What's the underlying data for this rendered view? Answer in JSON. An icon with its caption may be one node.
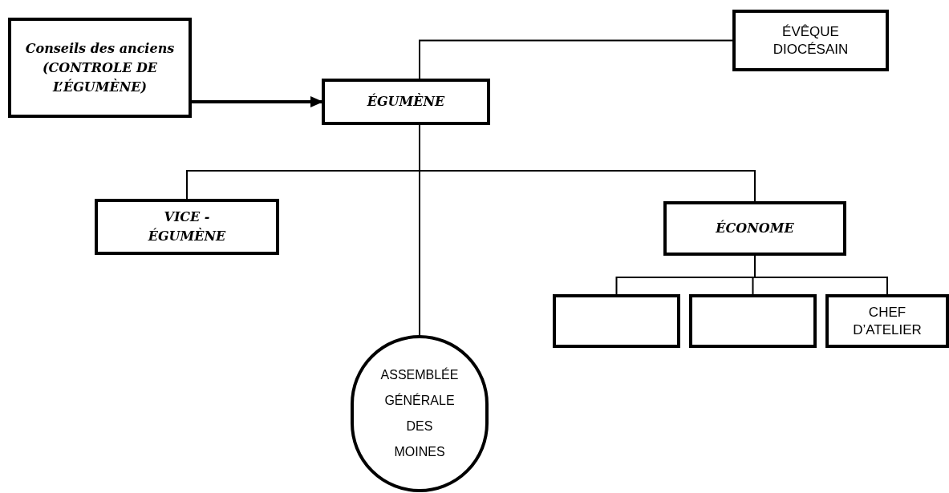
{
  "diagram": {
    "nodes": [
      {
        "text": [
          "Conseils des anciens (CONTROLE DE L’ÉGUMÈNE)"
        ]
      },
      {
        "text": [
          "ÉGUMÈNE"
        ]
      },
      {
        "text": [
          "ÉVÊQUE DIOCÉSAIN"
        ]
      },
      {
        "text": [
          "VICE - ÉGUMÈNE"
        ]
      },
      {
        "text": [
          "ÉCONOME"
        ]
      },
      {
        "text": [
          "ASSEMBLÉE GÉNÉRALE DES MOINES"
        ]
      },
      {
        "text": [],
        "shape": "box"
      },
      {
        "text": [],
        "shape": "box"
      },
      {
        "text": [
          "CHEF D’ATELIER"
        ]
      }
    ],
    "edges": [
      {
        "from": 0,
        "to": 1,
        "arrow": "to",
        "style": "thick"
      },
      {
        "from": 1,
        "to": 2,
        "arrow": "none"
      },
      {
        "from": 1,
        "to": 3,
        "arrow": "none"
      },
      {
        "from": 1,
        "to": 4,
        "arrow": "none"
      },
      {
        "from": 1,
        "to": 5,
        "arrow": "none"
      },
      {
        "from": 4,
        "to": 6,
        "arrow": "none"
      },
      {
        "from": 4,
        "to": 7,
        "arrow": "none"
      },
      {
        "from": 4,
        "to": 8,
        "arrow": "none"
      }
    ]
  }
}
